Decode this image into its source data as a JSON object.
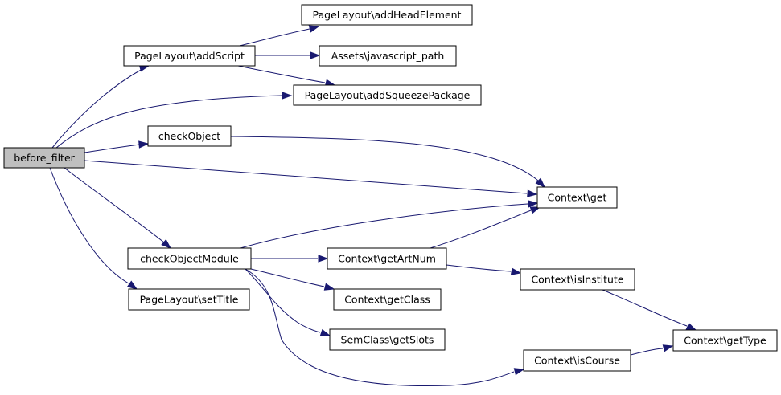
{
  "diagram": {
    "type": "call-graph",
    "colors": {
      "edge": "#191970",
      "node_fill": "#ffffff",
      "root_fill": "#bfbfbf",
      "border": "#000000"
    },
    "nodes": [
      {
        "id": "before_filter",
        "label": "before_filter",
        "root": true
      },
      {
        "id": "addScript",
        "label": "PageLayout\\addScript"
      },
      {
        "id": "addHeadElement",
        "label": "PageLayout\\addHeadElement"
      },
      {
        "id": "javascript_path",
        "label": "Assets\\javascript_path"
      },
      {
        "id": "addSqueezePackage",
        "label": "PageLayout\\addSqueezePackage"
      },
      {
        "id": "checkObject",
        "label": "checkObject"
      },
      {
        "id": "ctx_get",
        "label": "Context\\get"
      },
      {
        "id": "checkObjectModule",
        "label": "checkObjectModule"
      },
      {
        "id": "setTitle",
        "label": "PageLayout\\setTitle"
      },
      {
        "id": "getArtNum",
        "label": "Context\\getArtNum"
      },
      {
        "id": "isInstitute",
        "label": "Context\\isInstitute"
      },
      {
        "id": "getClass",
        "label": "Context\\getClass"
      },
      {
        "id": "getSlots",
        "label": "SemClass\\getSlots"
      },
      {
        "id": "isCourse",
        "label": "Context\\isCourse"
      },
      {
        "id": "getType",
        "label": "Context\\getType"
      }
    ],
    "edges": [
      {
        "from": "before_filter",
        "to": "addScript"
      },
      {
        "from": "before_filter",
        "to": "addSqueezePackage"
      },
      {
        "from": "before_filter",
        "to": "checkObject"
      },
      {
        "from": "before_filter",
        "to": "ctx_get"
      },
      {
        "from": "before_filter",
        "to": "checkObjectModule"
      },
      {
        "from": "before_filter",
        "to": "setTitle"
      },
      {
        "from": "addScript",
        "to": "addHeadElement"
      },
      {
        "from": "addScript",
        "to": "javascript_path"
      },
      {
        "from": "addScript",
        "to": "addSqueezePackage"
      },
      {
        "from": "checkObject",
        "to": "ctx_get"
      },
      {
        "from": "checkObjectModule",
        "to": "ctx_get"
      },
      {
        "from": "checkObjectModule",
        "to": "getArtNum"
      },
      {
        "from": "checkObjectModule",
        "to": "getClass"
      },
      {
        "from": "checkObjectModule",
        "to": "getSlots"
      },
      {
        "from": "checkObjectModule",
        "to": "isCourse"
      },
      {
        "from": "getArtNum",
        "to": "ctx_get"
      },
      {
        "from": "getArtNum",
        "to": "isInstitute"
      },
      {
        "from": "isInstitute",
        "to": "getType"
      },
      {
        "from": "isCourse",
        "to": "getType"
      }
    ]
  }
}
